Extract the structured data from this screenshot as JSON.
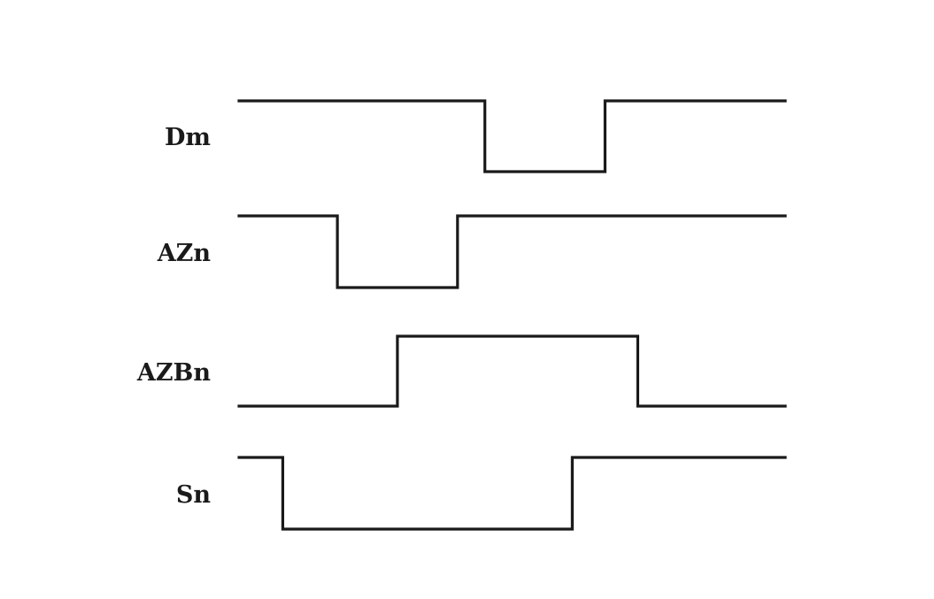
{
  "signals": [
    {
      "name": "Dm",
      "initial": "high",
      "transitions": [
        0.45,
        0.67
      ],
      "color": "#1a1a1a"
    },
    {
      "name": "AZn",
      "initial": "high",
      "transitions": [
        0.18,
        0.4
      ],
      "color": "#1a1a1a"
    },
    {
      "name": "AZBn",
      "initial": "low",
      "transitions": [
        0.29,
        0.73
      ],
      "color": "#1a1a1a"
    },
    {
      "name": "Sn",
      "initial": "high",
      "transitions": [
        0.08,
        0.61
      ],
      "color": "#1a1a1a"
    }
  ]
}
